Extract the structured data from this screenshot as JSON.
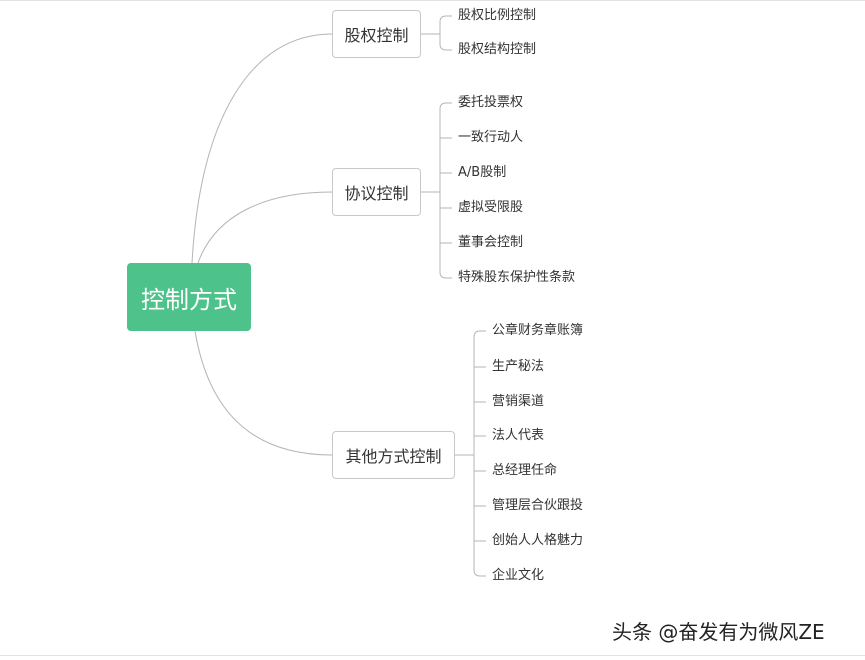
{
  "root": {
    "label": "控制方式"
  },
  "branches": [
    {
      "label": "股权控制",
      "children": [
        "股权比例控制",
        "股权结构控制"
      ]
    },
    {
      "label": "协议控制",
      "children": [
        "委托投票权",
        "一致行动人",
        "A/B股制",
        "虚拟受限股",
        "董事会控制",
        "特殊股东保护性条款"
      ]
    },
    {
      "label": "其他方式控制",
      "children": [
        "公章财务章账簿",
        "生产秘法",
        "营销渠道",
        "法人代表",
        "总经理任命",
        "管理层合伙跟投",
        "创始人人格魅力",
        "企业文化"
      ]
    }
  ],
  "watermark": {
    "text": "头条 @奋发有为微风ZE"
  },
  "colors": {
    "root_fill": "#4dc28a",
    "connector": "#b5b5b5",
    "box_border": "#c8c8c8"
  }
}
